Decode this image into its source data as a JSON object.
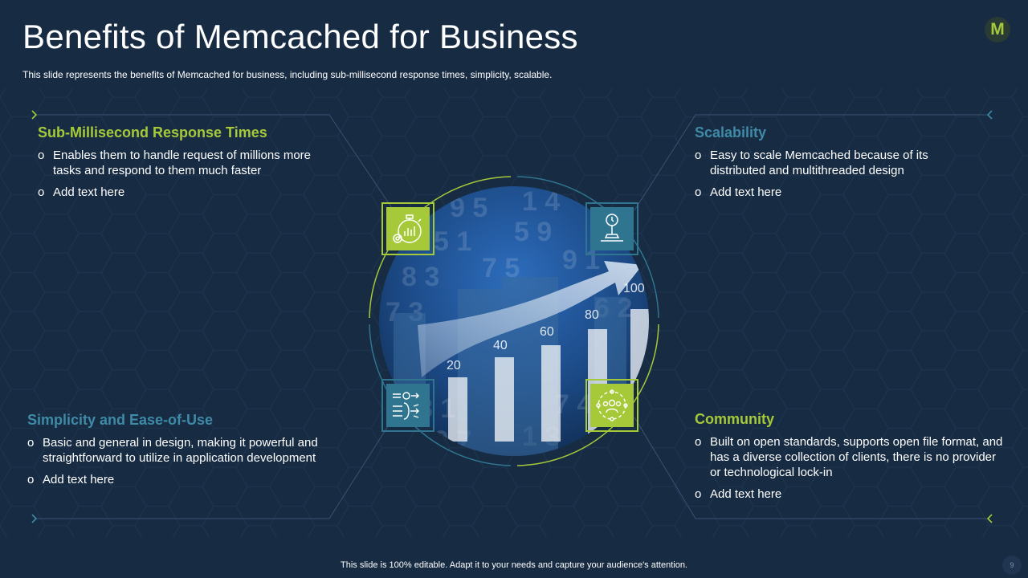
{
  "slide": {
    "title": "Benefits of Memcached for Business",
    "subtitle": "This slide represents the benefits of Memcached for business, including sub-millisecond response times, simplicity, scalable.",
    "logo_letter": "M",
    "footer": "This slide is 100% editable. Adapt it to your needs and capture your audience's attention.",
    "page_number": "9"
  },
  "colors": {
    "background": "#172b43",
    "accent_green": "#a6c93a",
    "accent_blue": "#2f7590",
    "heading_blue": "#3f8aa6"
  },
  "blocks": {
    "sub_ms": {
      "heading": "Sub-Millisecond Response Times",
      "bullets": [
        "Enables them to handle request of millions more tasks and respond to them much faster",
        "Add text here"
      ],
      "icon": "stopwatch-icon"
    },
    "scalability": {
      "heading": "Scalability",
      "bullets": [
        "Easy to scale Memcached because of its distributed and multithreaded design",
        "Add text here"
      ],
      "icon": "scale-gauge-icon"
    },
    "simplicity": {
      "heading": "Simplicity and Ease-of-Use",
      "bullets": [
        "Basic and general in design, making it powerful and straightforward to utilize in application development",
        "Add text here"
      ],
      "icon": "process-flow-icon"
    },
    "community": {
      "heading": "Community",
      "bullets": [
        "Built on open standards, supports open file format, and has a diverse collection of clients, there is no provider or technological lock-in",
        "Add text here"
      ],
      "icon": "community-network-icon"
    }
  },
  "hero_image": {
    "chart_labels": [
      "20",
      "40",
      "60",
      "80",
      "100"
    ]
  }
}
